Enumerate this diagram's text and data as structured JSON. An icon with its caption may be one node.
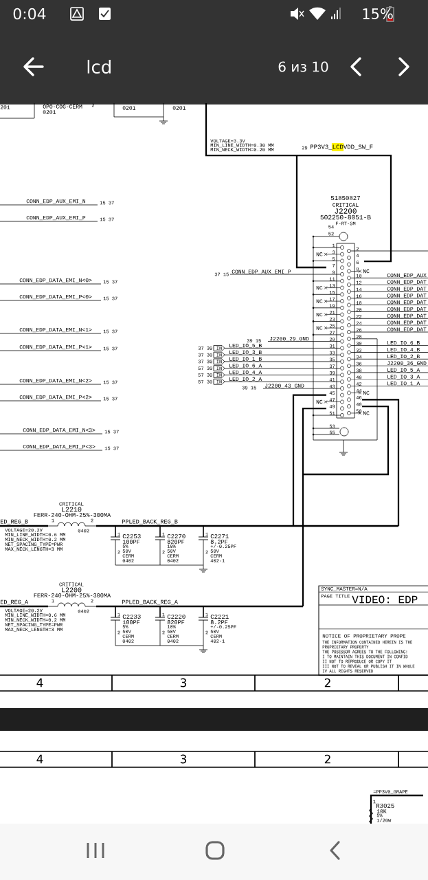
{
  "diagram": {
    "labels": [
      "0:04",
      "15%",
      "lcd",
      "6 из 10",
      "201",
      "OPO-COG-CERM",
      "2",
      "0201",
      "0201",
      "0201",
      "VOLTAGE=3.3V",
      "MIN_LINE_WIDTH=0.30 MM",
      "MIN_NECK_WIDTH=0.20 MM",
      "29",
      "PP3V3_LCDVDD_SW_F",
      "51850827",
      "CRITICAL",
      "J2200",
      "502250-8051-B",
      "F-RT-SM",
      "CONN_EDP_AUX_EMI_N",
      "15 37",
      "CONN_EDP_AUX_EMI_P",
      "15 37",
      "CONN_EDP_DATA_EMI_N<0>",
      "15 37",
      "CONN_EDP_DATA_EMI_P<0>",
      "15 37",
      "CONN_EDP_DATA_EMI_N<1>",
      "15 37",
      "CONN_EDP_DATA_EMI_P<1>",
      "15 37",
      "CONN_EDP_DATA_EMI_N<2>",
      "15 37",
      "CONN_EDP_DATA_EMI_P<2>",
      "15 37",
      "CONN_EDP_DATA_EMI_N<3>",
      "15 37",
      "CONN_EDP_DATA_EMI_P<3>",
      "15 37",
      "37 15",
      "CONN_EDP_AUX_EMI_P",
      "39 15",
      "J2200_29_GND",
      "37 30",
      "IN",
      "LED_IO_5_B",
      "37 30",
      "IN",
      "LED_IO_3_B",
      "37 30",
      "IN",
      "LED_IO_1_B",
      "57 30",
      "IN",
      "LED_IO_6_A",
      "57 30",
      "IN",
      "LED_IO_4_A",
      "57 30",
      "IN",
      "LED_IO_2_A",
      "39 15",
      "J2200_43_GND",
      "CONN_EDP_AUX",
      "CONN_EDP_DAT",
      "CONN_EDP_DAT",
      "CONN_EDP_DAT",
      "CONN_EDP_DAT",
      "CONN_EDP_DAT",
      "CONN_EDP_DAT",
      "CONN_EDP_DAT",
      "CONN_EDP_DAT",
      "LED_IO_6_B",
      "LED_IO_4_B",
      "LED_IO_2_B",
      "J2200_36_GND",
      "LED_IO_5_A",
      "LED_IO_3_A",
      "LED_IO_1_A",
      "NC",
      "NC",
      "NC",
      "NC",
      "NC",
      "NC",
      "NC",
      "NC",
      "NC",
      "54",
      "52",
      "1",
      "3",
      "5",
      "7",
      "9",
      "11",
      "13",
      "15",
      "17",
      "19",
      "21",
      "23",
      "25",
      "27",
      "29",
      "31",
      "33",
      "35",
      "37",
      "39",
      "41",
      "43",
      "45",
      "47",
      "49",
      "51",
      "2",
      "4",
      "6",
      "8",
      "10",
      "12",
      "14",
      "16",
      "18",
      "20",
      "22",
      "24",
      "26",
      "28",
      "30",
      "32",
      "34",
      "36",
      "38",
      "40",
      "42",
      "44",
      "46",
      "48",
      "50",
      "53",
      "55",
      "CRITICAL",
      "L2210",
      "FERR-240-OHM-25%-300MA",
      "ED_REG_B",
      "1",
      "2",
      "VOLTAGE=20.2V",
      "0402",
      "MIN_LINE_WIDTH=0.6 MM",
      "MIN_NECK_WIDTH=0.2 MM",
      "NET_SPACING_TYPE=PWR",
      "MAX_NECK_LENGTH=3 MM",
      "PPLED_BACK_REG_B",
      "1",
      "C2253",
      "100PF",
      "5%",
      "50V",
      "CERM",
      "0402",
      "2",
      "1",
      "C2270",
      "820PF",
      "10%",
      "50V",
      "CERM",
      "0402",
      "2",
      "1",
      "C2271",
      "8.2PF",
      "+/-0.25PF",
      "50V",
      "CERM",
      "402-1",
      "2",
      "CRITICAL",
      "L2200",
      "FERR-240-OHM-25%-300MA",
      "ED_REG_A",
      "1",
      "2",
      "VOLTAGE=20.2V",
      "0402",
      "MIN_LINE_WIDTH=0.6 MM",
      "MIN_NECK_WIDTH=0.2 MM",
      "NET_SPACING_TYPE=PWR",
      "MAX_NECK_LENGTH=3 MM",
      "PPLED_BACK_REG_A",
      "1",
      "C2233",
      "100PF",
      "5%",
      "50V",
      "CERM",
      "0402",
      "2",
      "1",
      "C2220",
      "820PF",
      "10%",
      "50V",
      "CERM",
      "0402",
      "2",
      "1",
      "C2221",
      "8.2PF",
      "+/-0.25PF",
      "50V",
      "CERM",
      "402-1",
      "2",
      "SYNC_MASTER=N/A",
      "PAGE TITLE",
      "VIDEO: EDP",
      "NOTICE OF PROPRIETARY PROPE",
      "THE INFORMATION CONTAINED HEREIN IS THE",
      "PROPRIETARY PROPERTY",
      "THE POSESSOR AGREES TO THE FOLLOWING:",
      "I TO MAINTAIN THIS DOCUMENT IN CONFID",
      "II NOT TO REPRODUCE OR COPY IT",
      "III NOT TO REVEAL OR PUBLISH IT IN WHOLE",
      "IV ALL RIGHTS RESERVED",
      "4",
      "3",
      "2",
      "4",
      "3",
      "2",
      "=PP3V0_GRAPE",
      "1",
      "R3025",
      "10K",
      "5%",
      "1/20W"
    ]
  }
}
